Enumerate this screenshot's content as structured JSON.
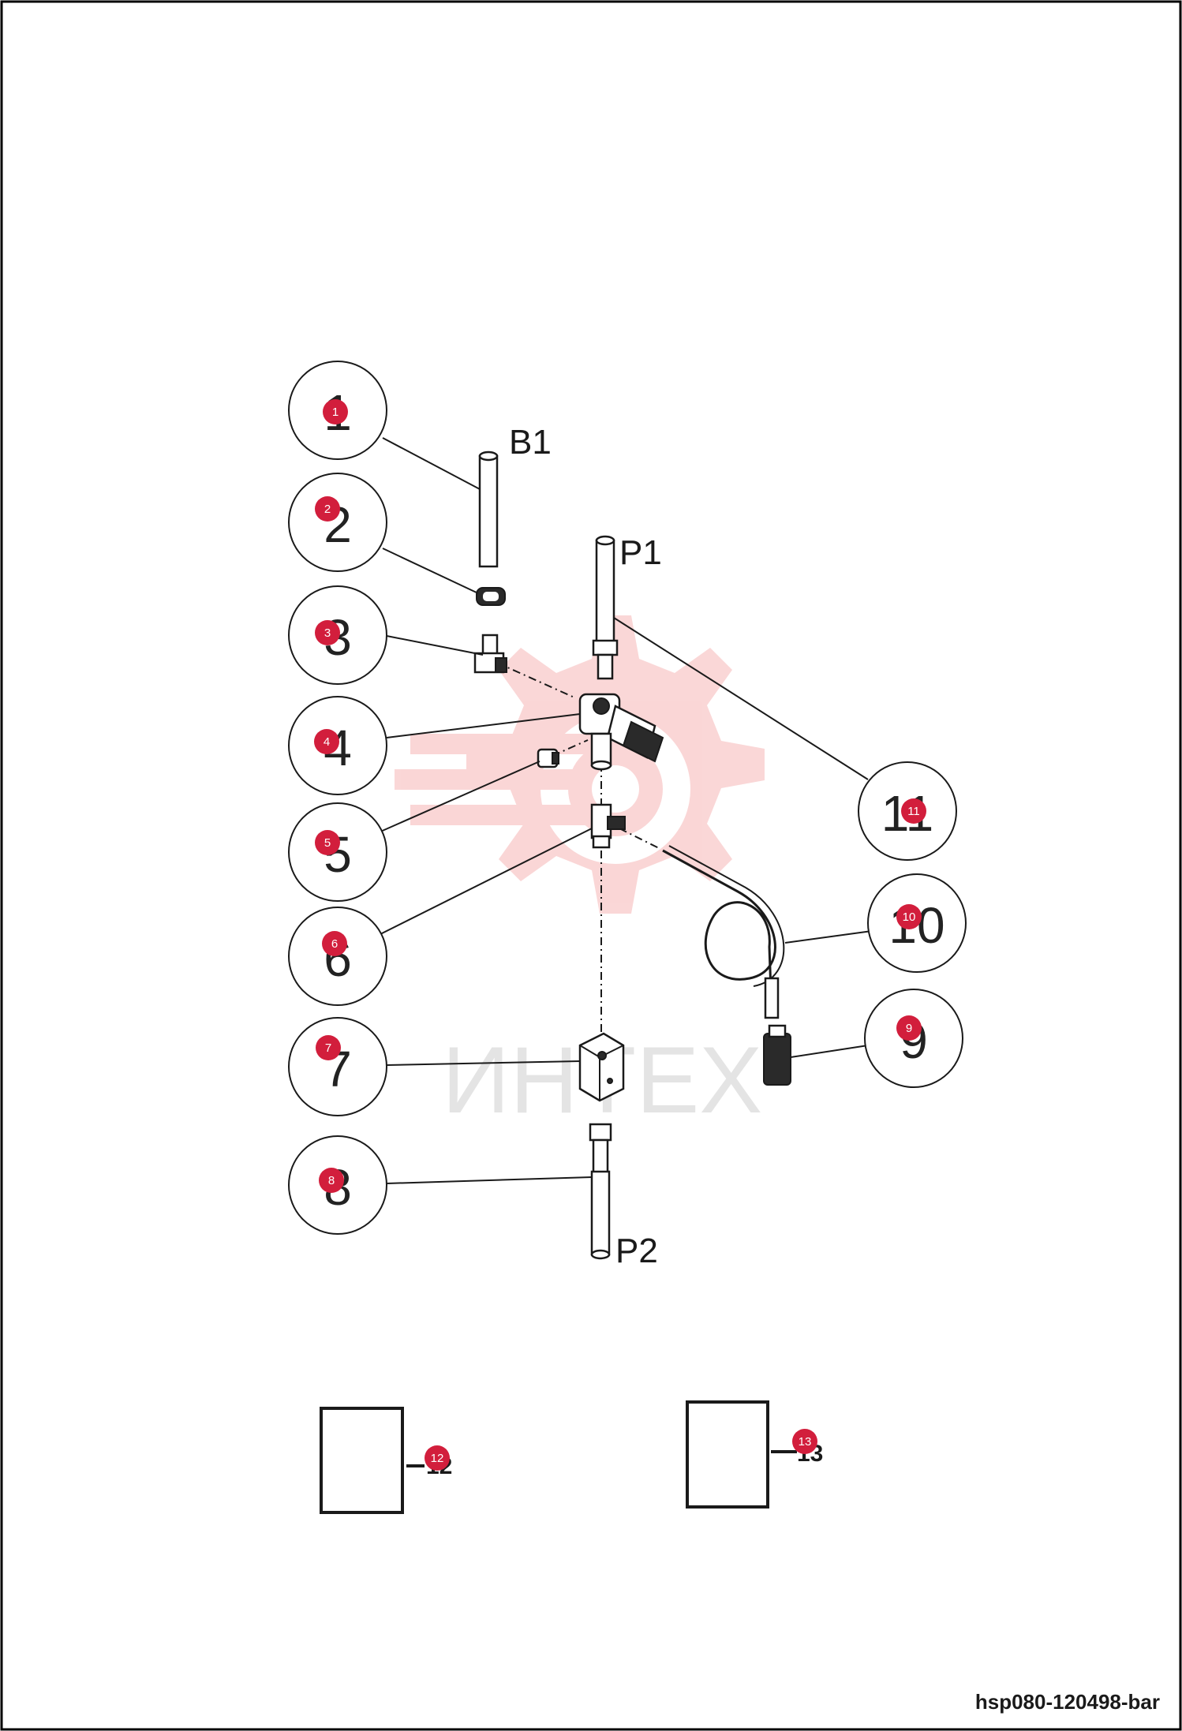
{
  "diagram": {
    "footer_code": "hsp080-120498-bar",
    "watermark_text": "ИНТЕХ",
    "accent_color": "#d21e3c",
    "watermark_color": "#f28c8c",
    "ports": {
      "b1": "B1",
      "p1": "P1",
      "p2": "P2"
    },
    "callouts": [
      {
        "id": "1",
        "label": "1"
      },
      {
        "id": "2",
        "label": "2"
      },
      {
        "id": "3",
        "label": "3"
      },
      {
        "id": "4",
        "label": "4"
      },
      {
        "id": "5",
        "label": "5"
      },
      {
        "id": "6",
        "label": "6"
      },
      {
        "id": "7",
        "label": "7"
      },
      {
        "id": "8",
        "label": "8"
      },
      {
        "id": "9",
        "label": "9"
      },
      {
        "id": "10",
        "label": "10"
      },
      {
        "id": "11",
        "label": "11"
      },
      {
        "id": "12",
        "label": "12"
      },
      {
        "id": "13",
        "label": "13"
      }
    ]
  }
}
